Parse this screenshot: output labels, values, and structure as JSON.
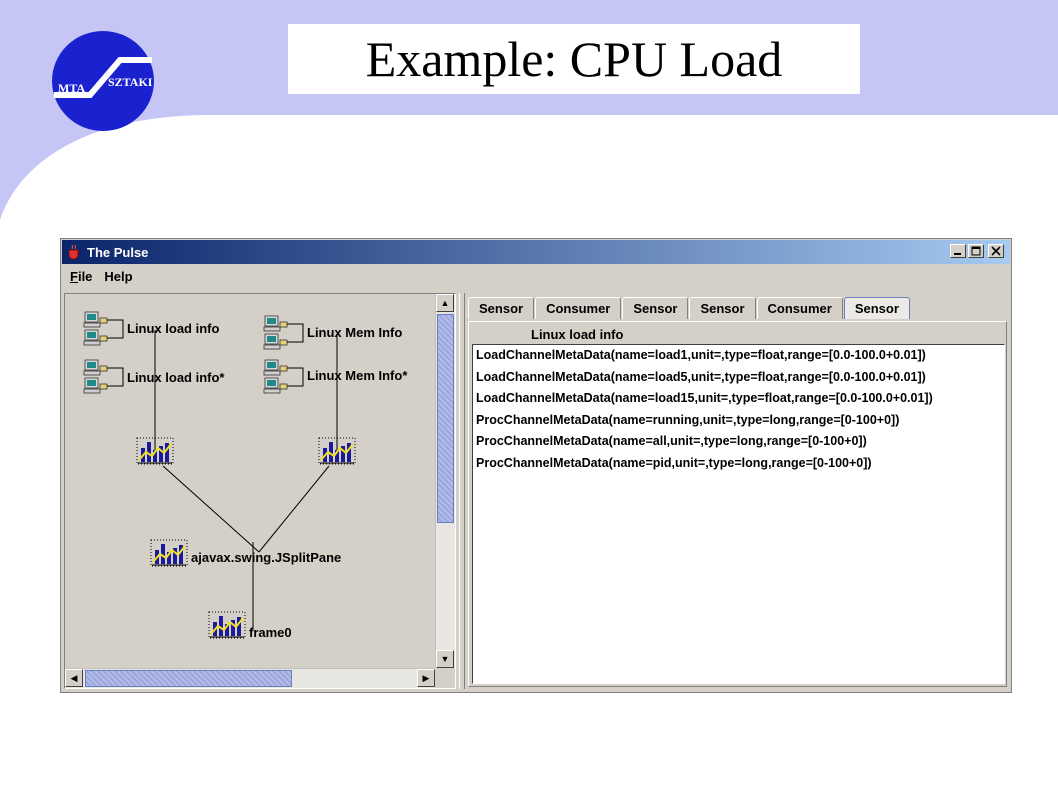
{
  "slide": {
    "title": "Example: CPU Load",
    "logo": {
      "left_text": "MTA",
      "right_text": "SZTAKI",
      "colors": {
        "circle": "#1a22d0",
        "text": "#ffffff"
      }
    },
    "colors": {
      "band": "#c6c6f6",
      "background": "#ffffff"
    }
  },
  "window": {
    "title": "The Pulse",
    "menu": [
      {
        "mnemonic": "F",
        "rest": "ile"
      },
      {
        "mnemonic": "",
        "rest": "Help"
      }
    ],
    "controls": [
      "minimize-icon",
      "maximize-icon",
      "close-icon"
    ]
  },
  "graph": {
    "source_nodes": [
      {
        "label": "Linux load info",
        "icon": "computers-icon"
      },
      {
        "label": "Linux load info*",
        "icon": "computers-icon"
      },
      {
        "label": "Linux Mem Info",
        "icon": "computers-icon"
      },
      {
        "label": "Linux Mem Info*",
        "icon": "computers-icon"
      }
    ],
    "sensor_nodes": [
      {
        "label": "",
        "icon": "chart-icon"
      },
      {
        "label": "",
        "icon": "chart-icon"
      }
    ],
    "consumer_nodes": [
      {
        "label": "ajavax.swing.JSplitPane",
        "icon": "chart-icon"
      },
      {
        "label": "frame0",
        "icon": "chart-icon"
      }
    ]
  },
  "tabs": [
    {
      "label": "Sensor",
      "active": false
    },
    {
      "label": "Consumer",
      "active": false
    },
    {
      "label": "Sensor",
      "active": false
    },
    {
      "label": "Sensor",
      "active": false
    },
    {
      "label": "Consumer",
      "active": false
    },
    {
      "label": "Sensor",
      "active": true
    }
  ],
  "panel": {
    "label": "Linux load info",
    "lines": [
      "LoadChannelMetaData(name=load1,unit=,type=float,range=[0.0-100.0+0.01])",
      "LoadChannelMetaData(name=load5,unit=,type=float,range=[0.0-100.0+0.01])",
      "LoadChannelMetaData(name=load15,unit=,type=float,range=[0.0-100.0+0.01])",
      "ProcChannelMetaData(name=running,unit=,type=long,range=[0-100+0])",
      "ProcChannelMetaData(name=all,unit=,type=long,range=[0-100+0])",
      "ProcChannelMetaData(name=pid,unit=,type=long,range=[0-100+0])"
    ]
  }
}
